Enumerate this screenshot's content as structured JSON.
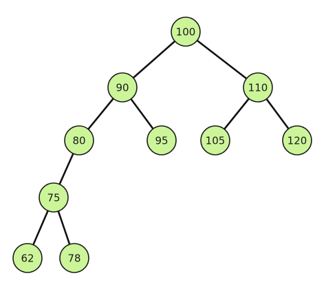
{
  "tree": {
    "root": "n100",
    "colors": {
      "node_fill": "#ccf59a",
      "node_stroke": "#1a1a1a",
      "edge": "#111111",
      "label": "#1a1a1a",
      "background": "#ffffff"
    },
    "nodes": [
      {
        "id": "n100",
        "label": "100"
      },
      {
        "id": "n90",
        "label": "90"
      },
      {
        "id": "n110",
        "label": "110"
      },
      {
        "id": "n80",
        "label": "80"
      },
      {
        "id": "n95",
        "label": "95"
      },
      {
        "id": "n105",
        "label": "105"
      },
      {
        "id": "n120",
        "label": "120"
      },
      {
        "id": "n75",
        "label": "75"
      },
      {
        "id": "n62",
        "label": "62"
      },
      {
        "id": "n78",
        "label": "78"
      }
    ],
    "edges": [
      {
        "from": "n100",
        "to": "n90"
      },
      {
        "from": "n100",
        "to": "n110"
      },
      {
        "from": "n90",
        "to": "n80"
      },
      {
        "from": "n90",
        "to": "n95"
      },
      {
        "from": "n110",
        "to": "n105"
      },
      {
        "from": "n110",
        "to": "n120"
      },
      {
        "from": "n80",
        "to": "n75"
      },
      {
        "from": "n75",
        "to": "n62"
      },
      {
        "from": "n75",
        "to": "n78"
      }
    ]
  }
}
